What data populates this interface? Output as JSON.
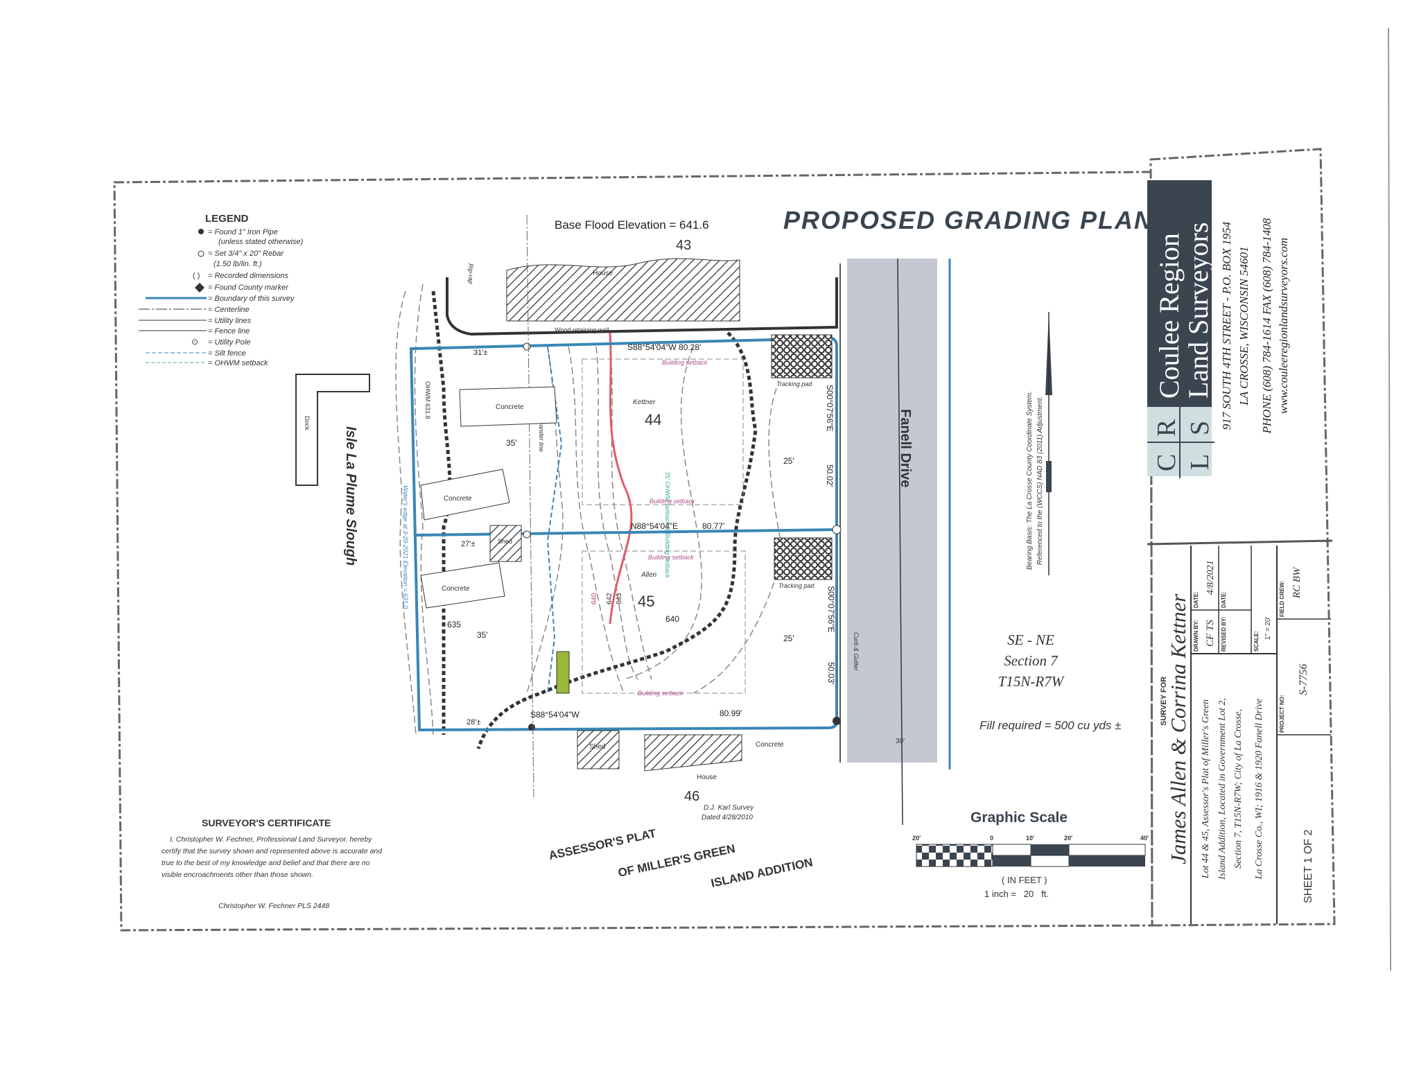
{
  "title": "PROPOSED GRADING PLAN",
  "base_flood": "Base Flood Elevation = 641.6",
  "legend": {
    "heading": "LEGEND",
    "items": [
      "= Found 1\" Iron Pipe",
      "(unless stated otherwise)",
      "= Set 3/4\" x 20\" Rebar",
      "(1.50 lb/lin. ft.)",
      "= Recorded dimensions",
      "= Found County marker",
      "= Boundary of this survey",
      "= Centerline",
      "= Utility lines",
      "= Fence line",
      "= Utility Pole",
      "= Silt fence",
      "= OHWM setback"
    ]
  },
  "plan": {
    "lot_43": "43",
    "lot_44": "44",
    "lot_45": "45",
    "lot_46": "46",
    "house": "House",
    "house_south": "House",
    "retaining_wall": "Wood retaining wall",
    "rip_rap": "Rip-rap",
    "concrete": "Concrete",
    "shed": "Shed",
    "tracking_pad": "Tracking pad",
    "building_setback": "Building setback",
    "kettner": "Kettner",
    "allen": "Allen",
    "meander": "Meander line",
    "dock": "Dock",
    "slough": "Isle La Plume Slough",
    "road": "Fanell Drive",
    "curb": "Curb & Gutter",
    "road_width": "30'",
    "ohwm": "OHWM 631.8",
    "waters_edge": "Water's edge at 3-20-2021 Elevation = 631.0",
    "north_line": "S88°54'04\"W 80.28'",
    "mid_bearing": "N88°54'04\"E",
    "mid_dist": "80.77'",
    "south_bearing": "S88°54'04\"W",
    "south_dist": "80.99'",
    "east_bearing_1": "S00°07'56\"E",
    "east_dist_1": "50.02'",
    "east_bearing_2": "S00°07'56\"E",
    "east_dist_2": "50.03'",
    "dim_31": "31'±",
    "dim_27": "27'±",
    "dim_28": "28'±",
    "dim_35": "35'",
    "dim_25": "25'",
    "c635": "635",
    "c640": "640",
    "c640b": "640",
    "c642": "642",
    "c643": "643",
    "ohwm_setback": "35' OHWM setback & Building setback",
    "karl": "D.J. Karl Survey",
    "karl_date": "Dated 4/28/2010"
  },
  "plat": [
    "ASSESSOR'S PLAT",
    "OF MILLER'S GREEN",
    "ISLAND ADDITION"
  ],
  "bearing_basis": [
    "Bearing Basis: The La Crosse County Coordinate System.",
    "Referenced to the (WCCS) NAD 83 (2011) Adjustment."
  ],
  "section": [
    "SE - NE",
    "Section 7",
    "T15N-R7W"
  ],
  "fill": "Fill required = 500 cu yds ±",
  "scale": {
    "title": "Graphic Scale",
    "ticks": [
      "20'",
      "0",
      "10'",
      "20'",
      "40'"
    ],
    "units": "( IN FEET )",
    "ratio": "1 inch =   20   ft."
  },
  "certificate": {
    "heading": "SURVEYOR'S CERTIFICATE",
    "lines": [
      "I, Christopher W. Fechner, Professional Land Surveyor, hereby",
      "certify that the survey shown and represented above is accurate and",
      "true to the best of my knowledge and belief and that there are no",
      "visible encroachments other than those shown."
    ],
    "signature": "Christopher W. Fechner  PLS 2448"
  },
  "company": {
    "name1": "Coulee Region",
    "name2": "Land Surveyors",
    "mono": [
      "C",
      "R",
      "L",
      "S"
    ],
    "address": [
      "917 SOUTH 4TH STREET - P.O. BOX 1954",
      "LA CROSSE, WISCONSIN 54601",
      "PHONE (608) 784-1614 FAX (608) 784-1408",
      "www.couleeregionlandsurveyors.com"
    ],
    "color": "#3b4550"
  },
  "title_block": {
    "survey_for": "SURVEY FOR",
    "client": "James Allen & Corrina Kettner",
    "description": [
      "Lot 44 & 45, Assessor's Plat of Miller's Green",
      "Island Addition, Located in Government Lot 2,",
      "Section 7, T15N-R7W; City of La Crosse,",
      "La Crosse Co., WI;  1916 & 1920 Fanell Drive"
    ],
    "drawn_by_label": "DRAWN BY:",
    "drawn_by": "CF  TS",
    "date_label": "DATE:",
    "date": "4/8/2021",
    "revised_by_label": "REVISED BY:",
    "revised_date_label": "DATE:",
    "scale_label": "SCALE:",
    "scale": "1\" = 20'",
    "sheet": "SHEET 1 OF 2",
    "project_label": "PROJECT NO:",
    "project": "S-7756",
    "crew_label": "FIELD CREW:",
    "crew": "RC BW"
  }
}
